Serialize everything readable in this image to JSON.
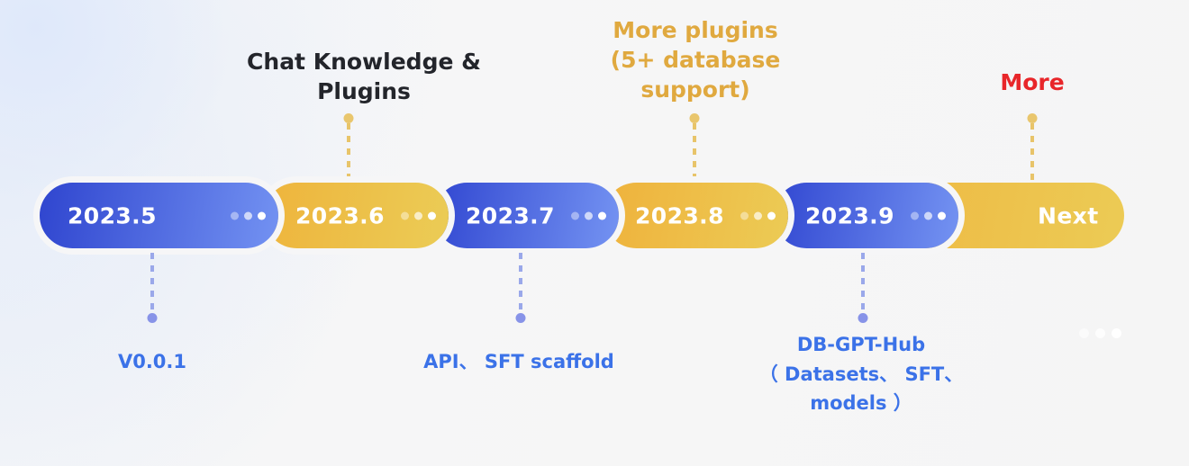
{
  "timeline": {
    "segments": [
      {
        "label": "2023.5",
        "color_start": "#2f45cf",
        "color_end": "#7392f2",
        "kind": "blue",
        "has_dots": true
      },
      {
        "label": "2023.6",
        "color_start": "#eeb43c",
        "color_end": "#ebcc56",
        "kind": "yellow",
        "has_dots": true
      },
      {
        "label": "2023.7",
        "color_start": "#3147d1",
        "color_end": "#7493f2",
        "kind": "blue",
        "has_dots": true
      },
      {
        "label": "2023.8",
        "color_start": "#efb23c",
        "color_end": "#eccb55",
        "kind": "yellow",
        "has_dots": true
      },
      {
        "label": "2023.9",
        "color_start": "#3147d1",
        "color_end": "#7493f2",
        "kind": "blue",
        "has_dots": true
      },
      {
        "label": "Next",
        "color_start": "#efb23c",
        "color_end": "#eccb55",
        "kind": "yellow",
        "has_dots": false
      }
    ]
  },
  "callouts": {
    "above": [
      {
        "text": "Chat Knowledge &\nPlugins",
        "style": "top-dark",
        "segment": "2023.6"
      },
      {
        "text": "More plugins\n(5+ database\nsupport)",
        "style": "top-gold",
        "segment": "2023.8"
      },
      {
        "text": "More",
        "style": "top-red",
        "segment": "Next"
      }
    ],
    "below": [
      {
        "text": "V0.0.1",
        "style": "bottom-blue",
        "segment": "2023.5"
      },
      {
        "text": "API、 SFT scaffold",
        "style": "bottom-blue",
        "segment": "2023.7"
      },
      {
        "text": "DB-GPT-Hub\n（ Datasets、 SFT、\nmodels ）",
        "style": "bottom-blue",
        "segment": "2023.9"
      }
    ]
  },
  "colors": {
    "blue_accent": "#3b72e8",
    "gold_accent": "#e0a93f",
    "red_accent": "#e8262a",
    "dark_text": "#23252b",
    "connector_gold": "#e9c66d",
    "connector_blue": "#8793e8",
    "background": "#f5f5f6"
  }
}
